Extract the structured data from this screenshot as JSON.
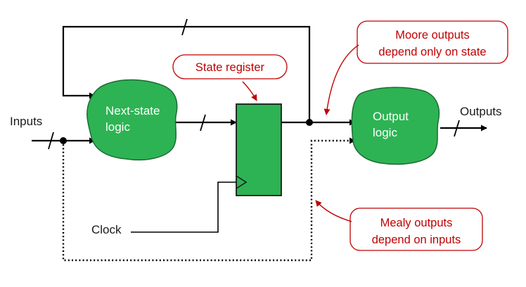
{
  "inputs_label": "Inputs",
  "outputs_label": "Outputs",
  "clock_label": "Clock",
  "next_state_logic": {
    "line1": "Next-state",
    "line2": "logic"
  },
  "output_logic": {
    "line1": "Output",
    "line2": "logic"
  },
  "callouts": {
    "state_register": "State register",
    "moore": {
      "line1": "Moore outputs",
      "line2": "depend only on state"
    },
    "mealy": {
      "line1": "Mealy outputs",
      "line2": "depend on inputs"
    }
  },
  "colors": {
    "block_green": "#2db353",
    "callout_red": "#c00000",
    "wire": "#000000"
  }
}
